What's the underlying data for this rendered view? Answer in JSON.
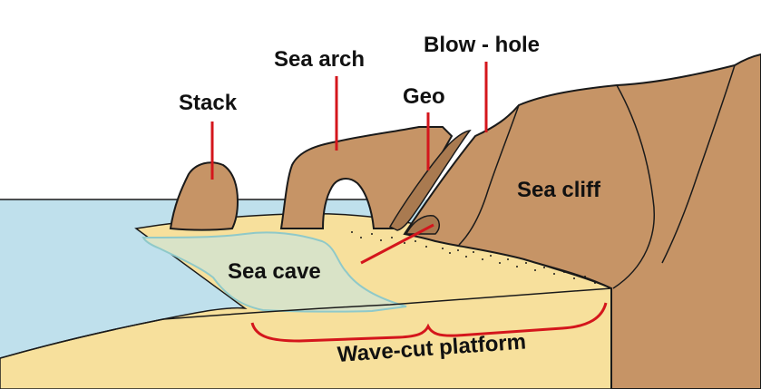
{
  "diagram": {
    "labels": {
      "stack": "Stack",
      "sea_arch": "Sea arch",
      "blow_hole": "Blow - hole",
      "geo": "Geo",
      "sea_cliff": "Sea cliff",
      "sea_cave": "Sea cave",
      "wave_cut_platform": "Wave-cut platform"
    },
    "colors": {
      "sky": "#ffffff",
      "sea": "#bfe0ec",
      "rock": "#c69466",
      "rock_shadow": "#a97a50",
      "sand": "#f7e09c",
      "shallow_water": "#d9e3c7",
      "water_edge": "#8fc9c9",
      "outline": "#1a1a1a",
      "pointer": "#d4161c"
    }
  }
}
